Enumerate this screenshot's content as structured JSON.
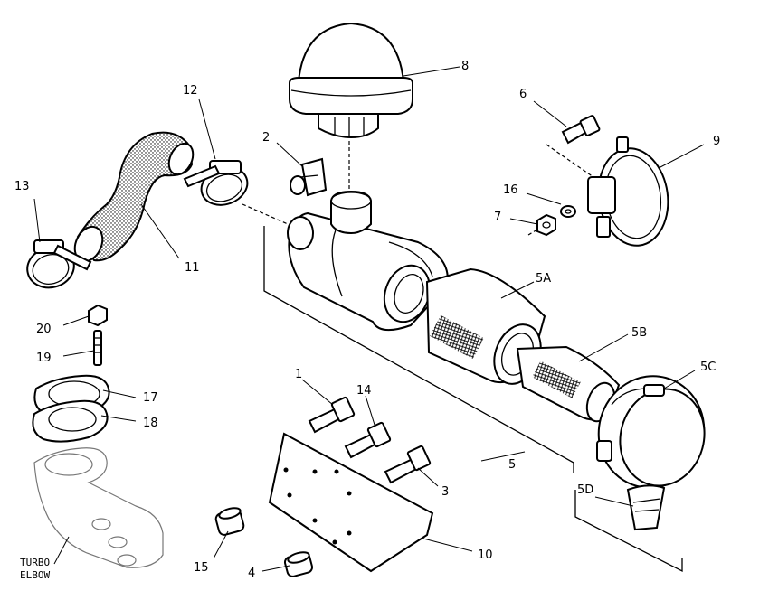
{
  "diagram": {
    "callouts": {
      "c1": "1",
      "c2": "2",
      "c3": "3",
      "c4": "4",
      "c5": "5",
      "c5a": "5A",
      "c5b": "5B",
      "c5c": "5C",
      "c5d": "5D",
      "c6": "6",
      "c7": "7",
      "c8": "8",
      "c9": "9",
      "c10": "10",
      "c11": "11",
      "c12": "12",
      "c13": "13",
      "c14": "14",
      "c15": "15",
      "c16": "16",
      "c17": "17",
      "c18": "18",
      "c19": "19",
      "c20": "20"
    },
    "turbo_elbow": {
      "line1": "TURBO",
      "line2": "ELBOW"
    }
  }
}
